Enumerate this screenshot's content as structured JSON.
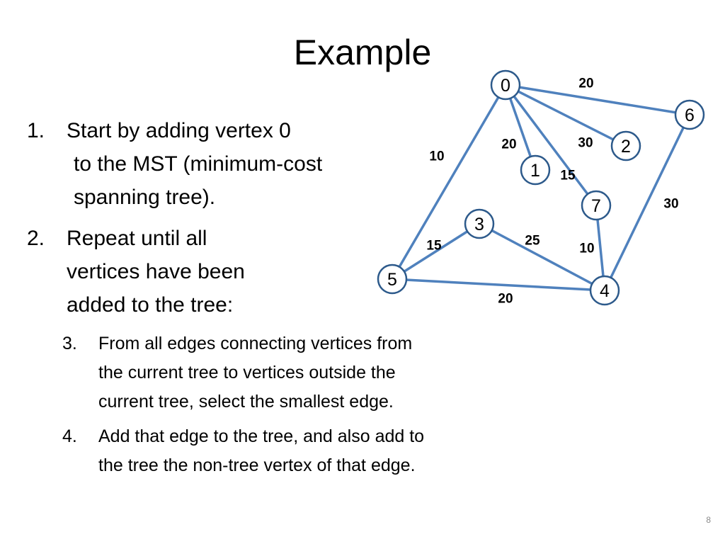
{
  "slide": {
    "title": "Example",
    "page_number": "8"
  },
  "steps": [
    {
      "num": "1.",
      "level": 1,
      "lines": [
        "Start by adding vertex 0",
        "to the MST (minimum-cost",
        "spanning tree)."
      ]
    },
    {
      "num": "2.",
      "level": 1,
      "lines": [
        "Repeat until all",
        "vertices have been",
        "added to the tree:"
      ]
    },
    {
      "num": "3.",
      "level": 2,
      "lines": [
        "From all edges connecting vertices from",
        "the current tree to vertices outside the",
        "current tree, select the smallest edge."
      ]
    },
    {
      "num": "4.",
      "level": 2,
      "lines": [
        "Add that edge to the tree, and also add to",
        "the tree the non-tree vertex of that edge."
      ]
    }
  ],
  "graph": {
    "colors": {
      "edge": "#4f81bd",
      "node_border": "#2d5a8b"
    },
    "nodes": [
      {
        "id": "0",
        "label": "0"
      },
      {
        "id": "1",
        "label": "1"
      },
      {
        "id": "2",
        "label": "2"
      },
      {
        "id": "3",
        "label": "3"
      },
      {
        "id": "4",
        "label": "4"
      },
      {
        "id": "5",
        "label": "5"
      },
      {
        "id": "6",
        "label": "6"
      },
      {
        "id": "7",
        "label": "7"
      }
    ],
    "edges": [
      {
        "from": "0",
        "to": "6",
        "weight": "20"
      },
      {
        "from": "0",
        "to": "2",
        "weight": "30"
      },
      {
        "from": "0",
        "to": "1",
        "weight": "20"
      },
      {
        "from": "0",
        "to": "7",
        "weight": "15"
      },
      {
        "from": "0",
        "to": "5",
        "weight": "10"
      },
      {
        "from": "6",
        "to": "4",
        "weight": "30"
      },
      {
        "from": "7",
        "to": "4",
        "weight": "10"
      },
      {
        "from": "3",
        "to": "4",
        "weight": "25"
      },
      {
        "from": "3",
        "to": "5",
        "weight": "15"
      },
      {
        "from": "5",
        "to": "4",
        "weight": "20"
      }
    ]
  }
}
